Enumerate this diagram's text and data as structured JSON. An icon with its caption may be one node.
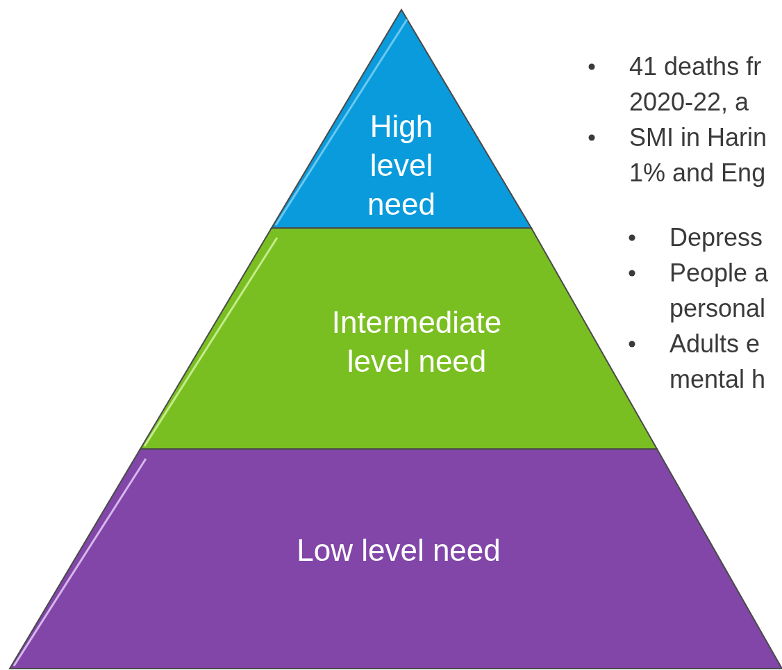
{
  "diagram": {
    "nodes": [
      {
        "text": [
          "High level need"
        ]
      },
      {
        "text": [
          "Intermediate level need"
        ]
      },
      {
        "text": [
          "Low level need"
        ]
      }
    ],
    "labels": [
      "41 deaths fr 2020-22, a",
      "SMI in Harin 1% and Eng",
      "Depress",
      "People a personal",
      "Adults e mental h"
    ]
  }
}
